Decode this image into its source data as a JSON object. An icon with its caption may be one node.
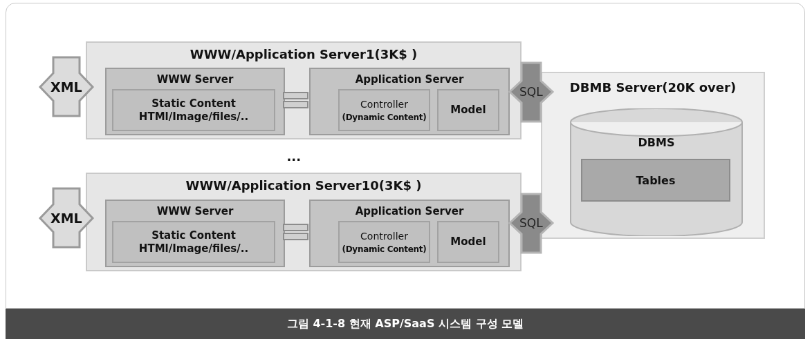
{
  "diagram": {
    "caption": "그림 4-1-8 현재 ASP/SaaS 시스템 구성 모델",
    "nodes": [
      {
        "text": [
          "WWW/Application Server1(3K$ )"
        ]
      },
      {
        "text": [
          "WWW Server"
        ],
        "in": 0
      },
      {
        "text": [
          "Static Content HTMl/Image/files/.."
        ],
        "in": 1
      },
      {
        "text": [
          "Application Server"
        ],
        "in": 0
      },
      {
        "text": [
          "Controller **(Dynamic Content)**"
        ],
        "in": 3
      },
      {
        "text": [
          "Model"
        ],
        "in": 3
      },
      {
        "text": [
          "WWW/Application Server10(3K$ )"
        ]
      },
      {
        "text": [
          "WWW Server"
        ],
        "in": 6
      },
      {
        "text": [
          "Static Content HTMl/Image/files/.."
        ],
        "in": 7
      },
      {
        "text": [
          "Application Server"
        ],
        "in": 6
      },
      {
        "text": [
          "Controller **(Dynamic Content)**"
        ],
        "in": 9
      },
      {
        "text": [
          "Model"
        ],
        "in": 9
      },
      {
        "text": [
          "DBMB Server(20K over)"
        ]
      },
      {
        "text": [
          "DBMS"
        ],
        "in": 12
      },
      {
        "text": [
          "Tables"
        ],
        "in": 13
      }
    ],
    "edges": [
      {
        "from": null,
        "to": 0,
        "arrow": "both",
        "label": "XML"
      },
      {
        "from": 0,
        "to": 12,
        "arrow": "both",
        "label": "SQL"
      },
      {
        "from": null,
        "to": 6,
        "arrow": "both",
        "label": "XML"
      },
      {
        "from": 6,
        "to": 12,
        "arrow": "both",
        "label": "SQL"
      },
      {
        "from": 1,
        "to": 3,
        "arrow": "none"
      },
      {
        "from": 7,
        "to": 9,
        "arrow": "none"
      }
    ],
    "labels": [
      "..."
    ]
  }
}
